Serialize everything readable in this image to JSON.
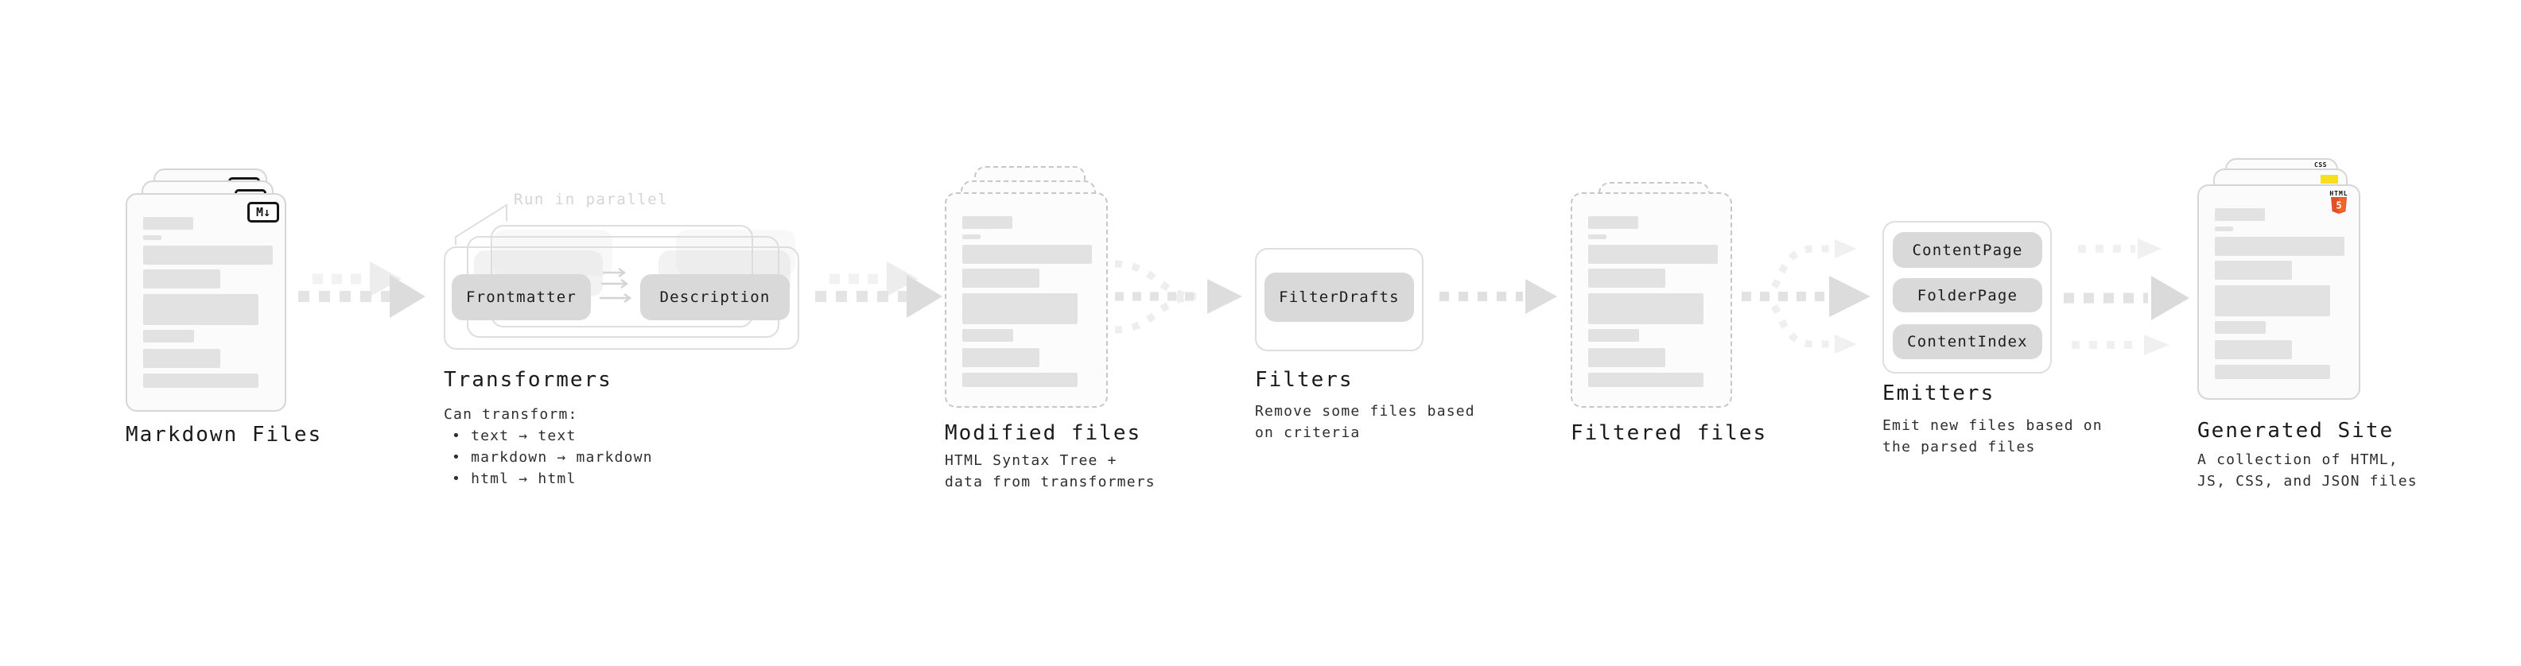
{
  "colors": {
    "accent_html5_orange": "#e34f26",
    "accent_js_yellow": "#f7df1e",
    "accent_css_blue": "#2965f1",
    "pill_gray": "#d9d9d9",
    "muted_gray": "#d4d4d4"
  },
  "markdown_files": {
    "label": "Markdown Files",
    "badge": "M↓"
  },
  "transformers": {
    "label": "Transformers",
    "annotation": "Run in parallel",
    "pill_frontmatter": "Frontmatter",
    "pill_description": "Description",
    "caption_title": "Can transform:",
    "bullet_1": "• text → text",
    "bullet_2": "• markdown → markdown",
    "bullet_3": "• html → html"
  },
  "modified_files": {
    "label": "Modified files",
    "caption_line_1": "HTML Syntax Tree +",
    "caption_line_2": "data from transformers"
  },
  "filters": {
    "label": "Filters",
    "pill_filterdrafts": "FilterDrafts",
    "caption_line_1": "Remove some files based",
    "caption_line_2": "on criteria"
  },
  "filtered_files": {
    "label": "Filtered files"
  },
  "emitters": {
    "label": "Emitters",
    "pill_1": "ContentPage",
    "pill_2": "FolderPage",
    "pill_3": "ContentIndex",
    "caption_line_1": "Emit new files based on",
    "caption_line_2": "the parsed files"
  },
  "generated_site": {
    "label": "Generated Site",
    "badge_css": "CSS",
    "badge_html_label": "HTML",
    "badge_html_number": "5",
    "caption_line_1": "A collection of HTML,",
    "caption_line_2": "JS, CSS, and JSON files"
  }
}
